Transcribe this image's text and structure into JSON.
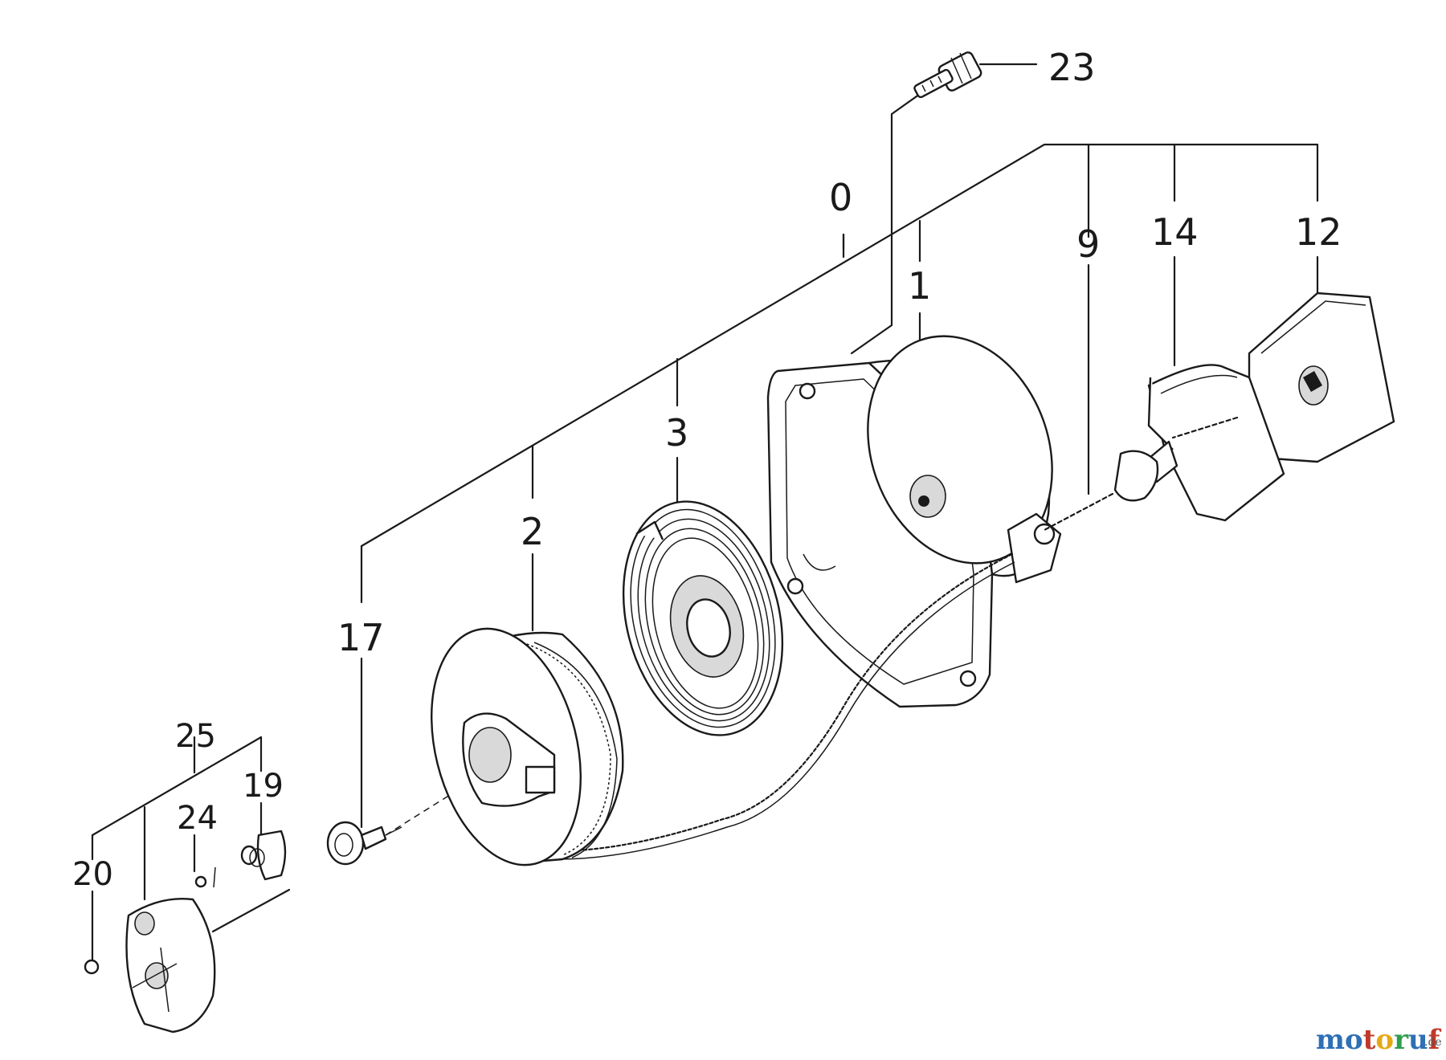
{
  "callouts": {
    "c0": "0",
    "c1": "1",
    "c2": "2",
    "c3": "3",
    "c9": "9",
    "c12": "12",
    "c14": "14",
    "c17": "17",
    "c19": "19",
    "c20": "20",
    "c23": "23",
    "c24": "24",
    "c25": "25"
  },
  "watermark": {
    "brand": "motoruf",
    "tld": ".de",
    "colors": {
      "m": "#2e6fb5",
      "o": "#2e6fb5",
      "t": "#c0392b",
      "o2": "#e6a817",
      "r": "#2e9e4f",
      "u": "#2e6fb5",
      "f": "#c0392b"
    }
  },
  "icons": [
    "recoil-starter-housing",
    "starter-pulley",
    "recoil-spring",
    "starter-handle",
    "rope",
    "screw",
    "pawl-plate"
  ]
}
